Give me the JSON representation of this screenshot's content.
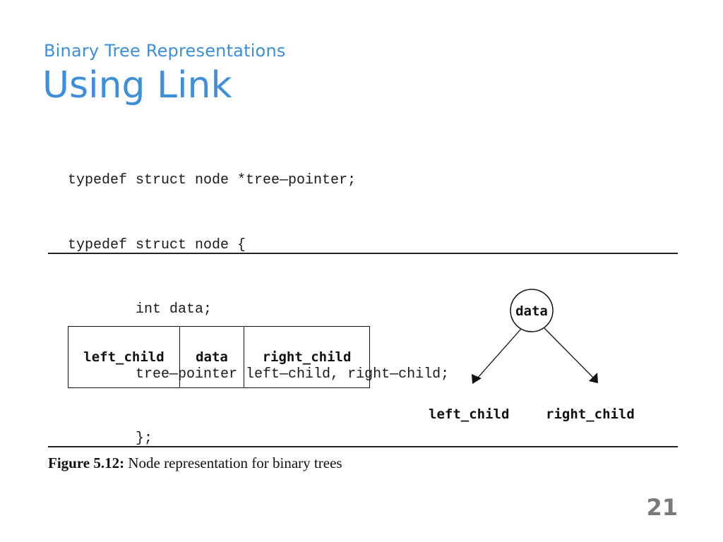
{
  "slide": {
    "subtitle": "Binary Tree Representations",
    "title": "Using Link",
    "page_number": "21"
  },
  "code": {
    "lines": [
      "typedef struct node *tree—pointer;",
      "typedef struct node {",
      "        int data;",
      "        tree—pointer left—child, right—child;",
      "        };"
    ]
  },
  "figure": {
    "node_fields": [
      "left_child",
      "data",
      "right_child"
    ],
    "tree": {
      "root_label": "data",
      "left_label": "left_child",
      "right_label": "right_child"
    },
    "caption_label": "Figure 5.12:",
    "caption_text": "Node representation for binary trees"
  }
}
